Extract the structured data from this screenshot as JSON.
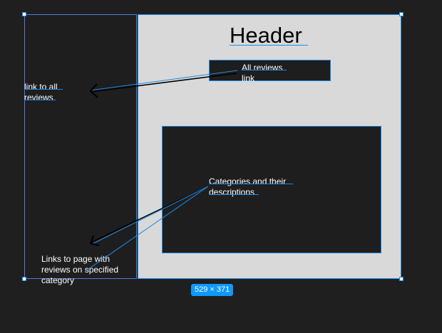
{
  "wireframe": {
    "header_title": "Header",
    "all_reviews_box_label": "All reviews link",
    "categories_box_label": "Categories and their descriptions"
  },
  "annotations": {
    "link_to_all_reviews": "link to all reviews",
    "links_to_category_pages": "Links to page with reviews on specified category"
  },
  "selection": {
    "size_label": "529 × 371"
  },
  "colors": {
    "canvas": "#1f1f1f",
    "frame_fill": "#d9d9d9",
    "dark_box": "#1e1e1e",
    "selection_blue": "#1c8be6",
    "badge_blue": "#0d99ff"
  }
}
